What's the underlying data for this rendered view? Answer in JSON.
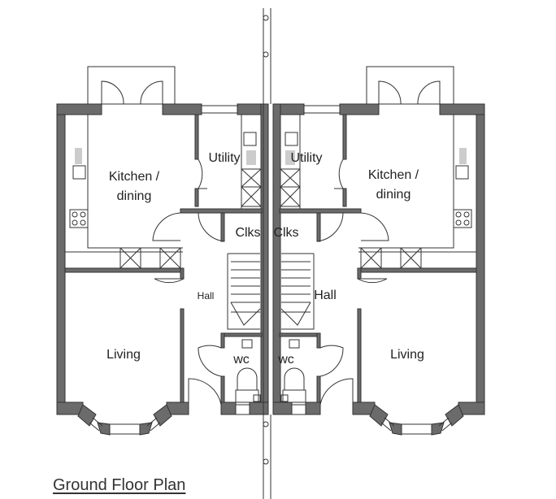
{
  "title": "Ground Floor Plan",
  "colors": {
    "wall": "#6b6b6b",
    "line": "#333333"
  },
  "left_unit": {
    "kitchen_1": "Kitchen /",
    "kitchen_2": "dining",
    "utility": "Utility",
    "clks": "Clks",
    "hall": "Hall",
    "living": "Living",
    "wc": "wc"
  },
  "right_unit": {
    "kitchen_1": "Kitchen /",
    "kitchen_2": "dining",
    "utility": "Utility",
    "clks": "Clks",
    "hall": "Hall",
    "living": "Living",
    "wc": "wc"
  }
}
